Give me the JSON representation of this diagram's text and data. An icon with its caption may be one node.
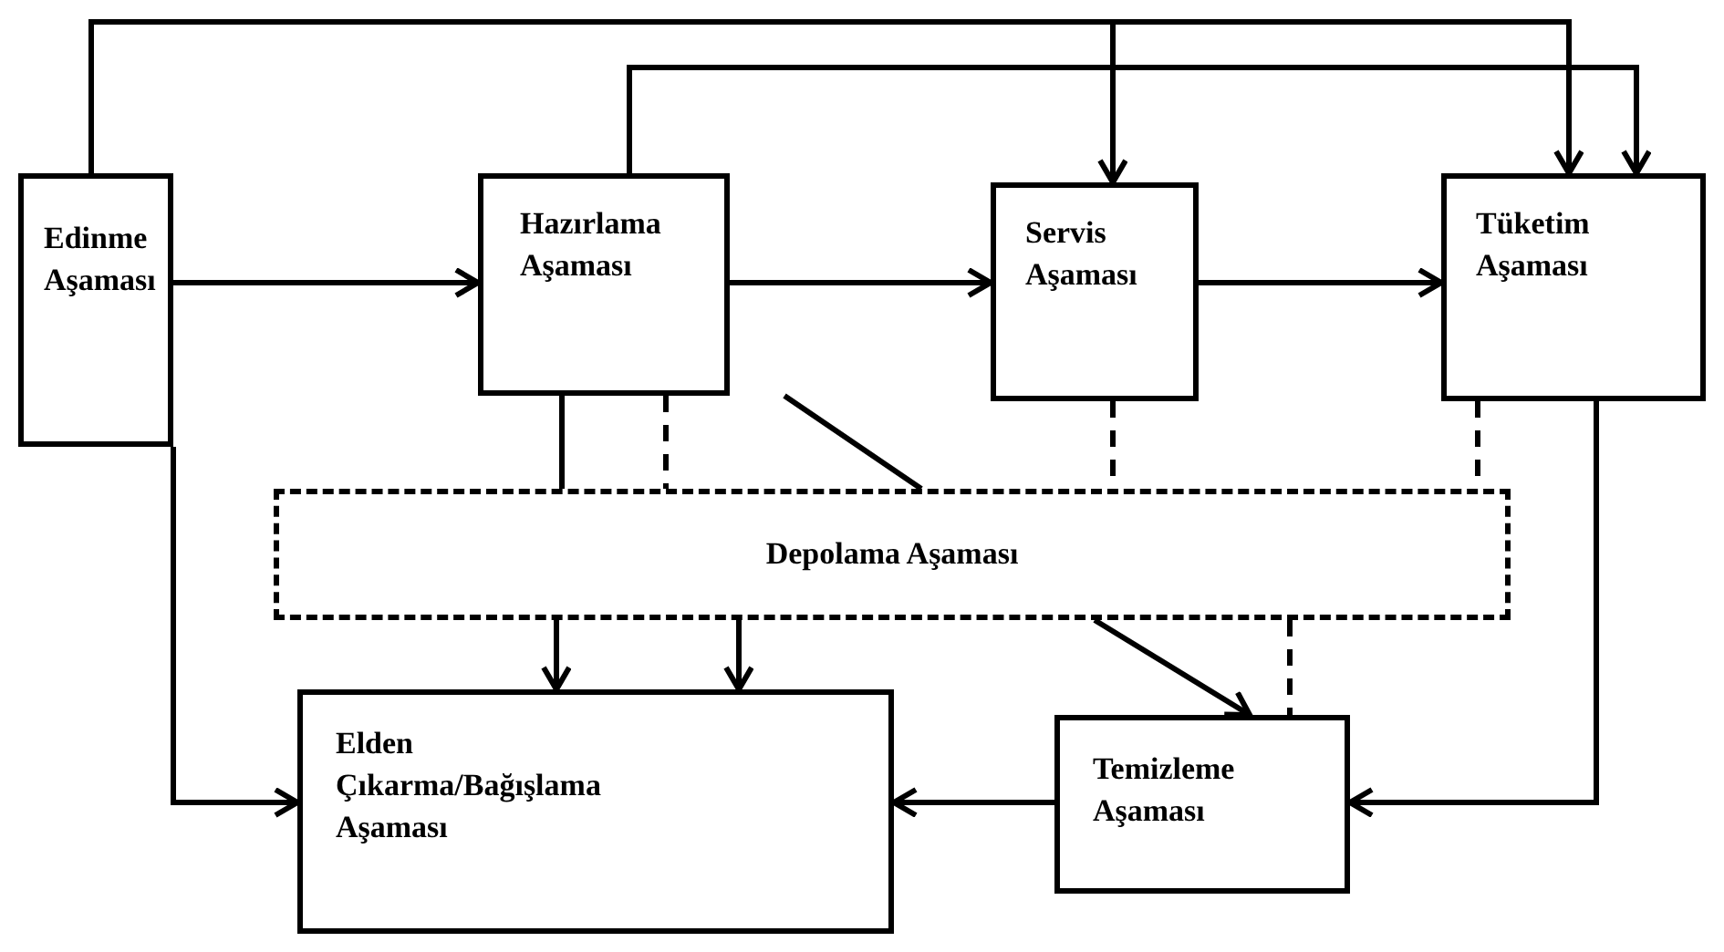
{
  "diagram": {
    "nodes": [
      {
        "text": [
          "Edinme Aşaması"
        ]
      },
      {
        "text": [
          "Hazırlama Aşaması"
        ]
      },
      {
        "text": [
          "Servis Aşaması"
        ]
      },
      {
        "text": [
          "Tüketim Aşaması"
        ]
      },
      {
        "text": [
          "Depolama Aşaması"
        ]
      },
      {
        "text": [
          "Elden Çıkarma/Bağışlama Aşaması"
        ]
      },
      {
        "text": [
          "Temizleme Aşaması"
        ]
      }
    ],
    "edges": [
      {
        "from": 0,
        "to": 1,
        "arrow": "to"
      },
      {
        "from": 1,
        "to": 2,
        "arrow": "to"
      },
      {
        "from": 2,
        "to": 3,
        "arrow": "to"
      },
      {
        "from": 0,
        "to": 2,
        "arrow": "to"
      },
      {
        "from": 0,
        "to": 3,
        "arrow": "to"
      },
      {
        "from": 1,
        "to": 3,
        "arrow": "to"
      },
      {
        "from": 0,
        "to": 5,
        "arrow": "to"
      },
      {
        "from": 1,
        "to": 4,
        "arrow": "none"
      },
      {
        "from": 1,
        "to": 4,
        "arrow": "none",
        "style": "dashed"
      },
      {
        "from": 1,
        "to": 4,
        "arrow": "none"
      },
      {
        "from": 2,
        "to": 4,
        "arrow": "none",
        "style": "dashed"
      },
      {
        "from": 3,
        "to": 4,
        "arrow": "none",
        "style": "dashed"
      },
      {
        "from": 4,
        "to": 5,
        "arrow": "to"
      },
      {
        "from": 4,
        "to": 5,
        "arrow": "to"
      },
      {
        "from": 4,
        "to": 6,
        "arrow": "to"
      },
      {
        "from": 4,
        "to": 6,
        "arrow": "none",
        "style": "dashed"
      },
      {
        "from": 3,
        "to": 6,
        "arrow": "to"
      },
      {
        "from": 6,
        "to": 5,
        "arrow": "to"
      }
    ]
  }
}
